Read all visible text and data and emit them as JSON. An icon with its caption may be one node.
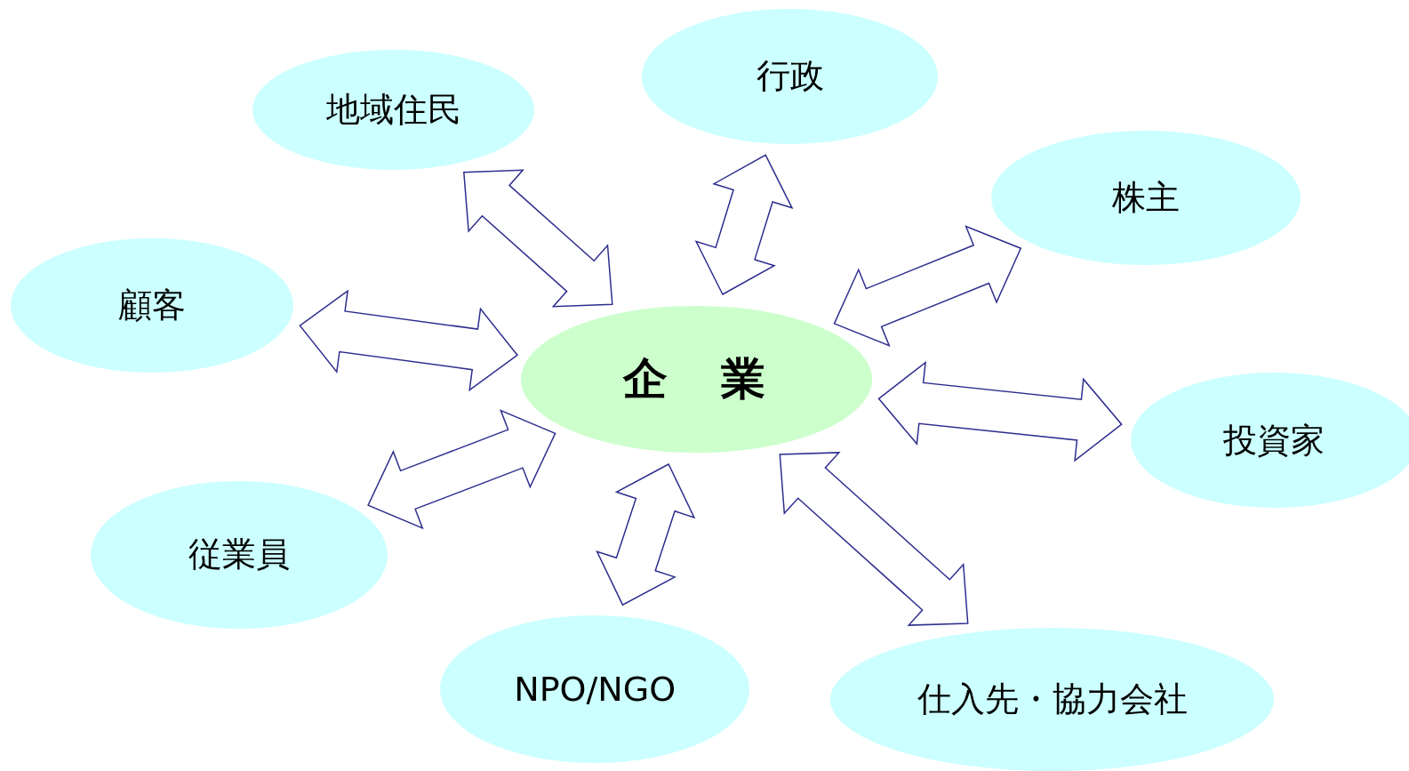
{
  "diagram": {
    "nodes": [
      {
        "text": [
          "企　業"
        ]
      },
      {
        "text": [
          "地域住民"
        ]
      },
      {
        "text": [
          "行政"
        ]
      },
      {
        "text": [
          "株主"
        ]
      },
      {
        "text": [
          "顧客"
        ]
      },
      {
        "text": [
          "投資家"
        ]
      },
      {
        "text": [
          "従業員"
        ]
      },
      {
        "text": [
          "NPO/NGO"
        ]
      },
      {
        "text": [
          "仕入先・協力会社"
        ]
      }
    ],
    "edges": [
      {
        "from": 0,
        "to": 1,
        "arrow": "both"
      },
      {
        "from": 0,
        "to": 2,
        "arrow": "both"
      },
      {
        "from": 0,
        "to": 3,
        "arrow": "both"
      },
      {
        "from": 0,
        "to": 4,
        "arrow": "both"
      },
      {
        "from": 0,
        "to": 5,
        "arrow": "both"
      },
      {
        "from": 0,
        "to": 6,
        "arrow": "both"
      },
      {
        "from": 0,
        "to": 7,
        "arrow": "both"
      },
      {
        "from": 0,
        "to": 8,
        "arrow": "both"
      }
    ]
  }
}
